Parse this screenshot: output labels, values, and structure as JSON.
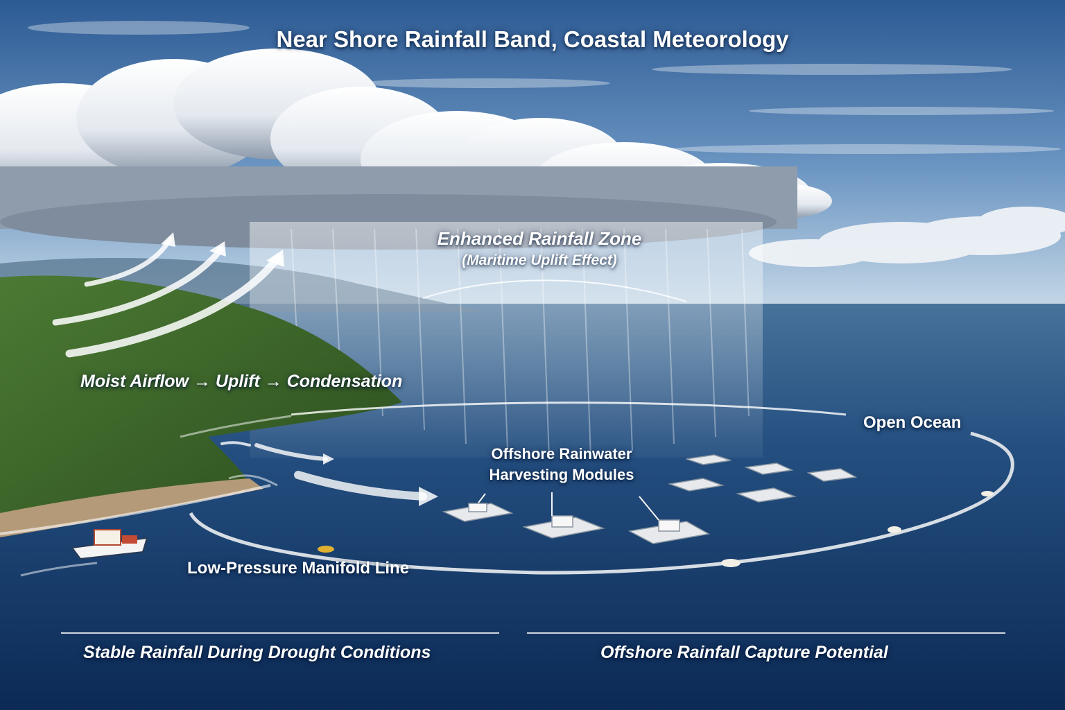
{
  "title": "Near  Shore Rainfall Band, Coastal Meteorology",
  "labels": {
    "rain_zone": "Enhanced Rainfall Zone",
    "rain_zone_sub": "(Maritime Uplift Effect)",
    "airflow_sequence": "Moist Airflow → Uplift → Condensation",
    "open_ocean": "Open Ocean",
    "modules_line1": "Offshore Rainwater",
    "modules_line2": "Harvesting Modules",
    "manifold": "Low-Pressure Manifold Line"
  },
  "captions": {
    "left": "Stable Rainfall During Drought Conditions",
    "right": "Offshore Rainfall Capture Potential"
  },
  "colors": {
    "sky_top": "#2f5f98",
    "sky_horizon": "#b9cfe2",
    "ocean_near": "#0f2f5e",
    "ocean_far": "#3e6d98",
    "land": "#3f6a2a",
    "label_text": "#ffffff"
  },
  "icons": [
    "uplift-arrow-icon",
    "current-arrow-icon",
    "buoy-icon",
    "boat-icon"
  ]
}
